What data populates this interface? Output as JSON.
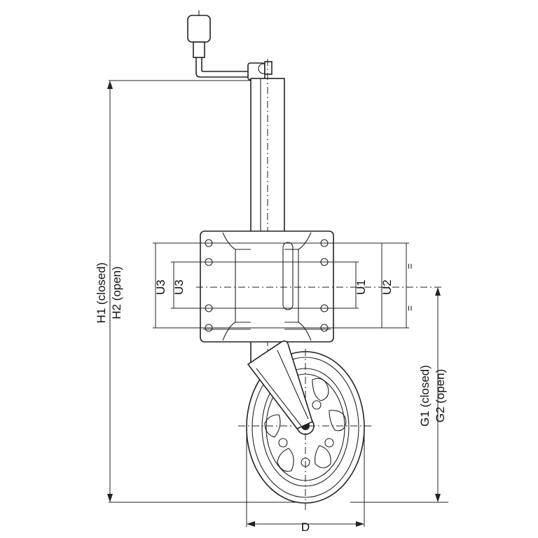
{
  "labels": {
    "h1": "H1 (closed)",
    "h2": "H2 (open)",
    "g1": "G1 (closed)",
    "g2": "G2 (open)",
    "d": "D",
    "u1": "U1",
    "u2": "U2",
    "u3_outer": "U3",
    "u3_inner": "U3",
    "equal_mark_top": "=",
    "equal_mark_bottom": "="
  }
}
